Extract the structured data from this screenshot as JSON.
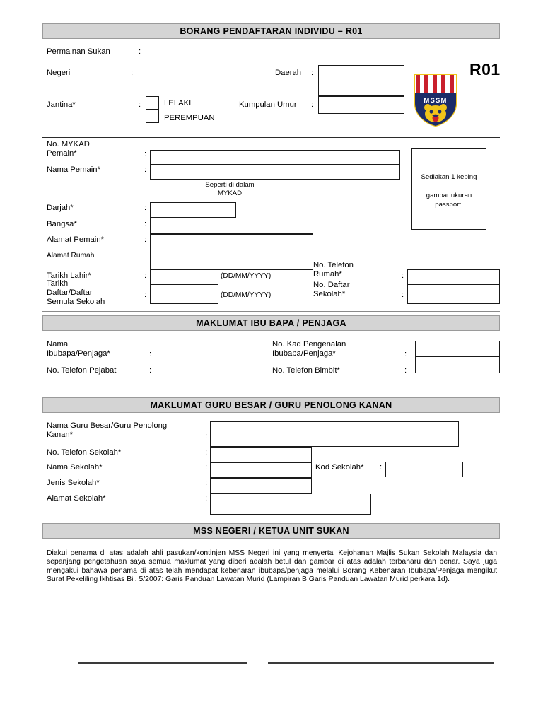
{
  "document": {
    "title": "BORANG PENDAFTARAN INDIVIDU – R01",
    "form_code": "R01",
    "logo_alt": "MSSM",
    "logo_text": "MSSM"
  },
  "header_fields": {
    "permainan_sukan": "Permainan Sukan",
    "negeri": "Negeri",
    "jantina": "Jantina*",
    "daerah": "Daerah",
    "kumpulan_umur": "Kumpulan Umur",
    "lelaki": "LELAKI",
    "perempuan": "PEREMPUAN",
    "colon": ":"
  },
  "player_section": {
    "no_mykad_pemain": "No. MYKAD\nPemain*",
    "nama_pemain": "Nama Pemain*",
    "seperti_di_dalam": "Seperti di dalam\nMYKAD",
    "darjah": "Darjah*",
    "bangsa": "Bangsa*",
    "alamat_pemain": "Alamat Pemain*",
    "alamat_rumah": "Alamat Rumah",
    "tarikh_lahir": "Tarikh Lahir*",
    "tarikh_daftar": "Tarikh\nDaftar/Daftar\nSemula Sekolah",
    "date_format_1": "(DD/MM/YYYY)",
    "date_format_2": "(DD/MM/YYYY)",
    "no_telefon_rumah": "No. Telefon\nRumah*",
    "no_daftar_sekolah": "No. Daftar\nSekolah*",
    "photo_note": "Sediakan 1 keping\n\ngambar ukuran\npassport.",
    "colon": ":"
  },
  "parent_section": {
    "heading": "MAKLUMAT IBU BAPA / PENJAGA",
    "nama_ibubapa": "Nama\nIbubapa/Penjaga*",
    "no_telefon_pejabat": "No. Telefon Pejabat",
    "no_kad_pengenalan": "No. Kad Pengenalan\nIbubapa/Penjaga*",
    "no_telefon_bimbit": "No. Telefon Bimbit*",
    "colon": ":"
  },
  "school_section": {
    "heading": "MAKLUMAT GURU BESAR / GURU PENOLONG KANAN",
    "nama_guru_besar": "Nama Guru Besar/Guru Penolong\nKanan*",
    "no_telefon_sekolah": "No. Telefon Sekolah*",
    "nama_sekolah": "Nama Sekolah*",
    "jenis_sekolah": "Jenis Sekolah*",
    "alamat_sekolah": "Alamat Sekolah*",
    "kod_sekolah": "Kod Sekolah*",
    "colon": ":"
  },
  "declaration_section": {
    "heading": "MSS NEGERI / KETUA UNIT SUKAN",
    "text": "Diakui penama di atas adalah ahli pasukan/kontinjen MSS Negeri ini yang menyertai Kejohanan Majlis Sukan Sekolah Malaysia dan sepanjang pengetahuan saya semua maklumat yang diberi adalah betul dan gambar di atas adalah terbaharu dan benar. Saya juga mengakui bahawa penama di atas telah mendapat kebenaran ibubapa/penjaga melalui Borang Kebenaran Ibubapa/Penjaga mengikut Surat Pekeliling Ikhtisas Bil. 5/2007: Garis Panduan Lawatan Murid (Lampiran B Garis Panduan Lawatan Murid perkara 1d)."
  },
  "colors": {
    "header_bar_fill": "#d4d4d4",
    "header_bar_border": "#9a9a9a",
    "box_border": "#1a1a1a",
    "logo_navy": "#1b2c68",
    "logo_red": "#c9202c",
    "logo_gold": "#f0c419",
    "page_background": "#ffffff"
  }
}
